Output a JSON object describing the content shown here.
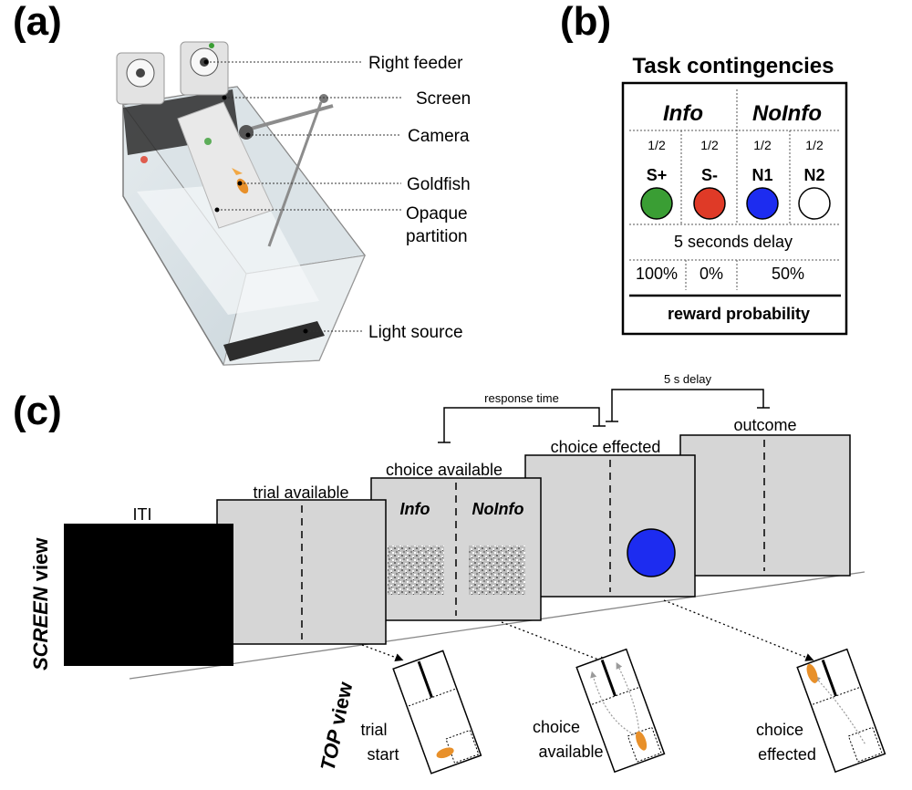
{
  "panel_a": {
    "label": "(a)",
    "callouts": {
      "right_feeder": "Right feeder",
      "screen": "Screen",
      "camera": "Camera",
      "goldfish": "Goldfish",
      "partition_line1": "Opaque",
      "partition_line2": "partition",
      "light_source": "Light source"
    }
  },
  "panel_b": {
    "label": "(b)",
    "title": "Task contingencies",
    "group_info": "Info",
    "group_noinfo": "NoInfo",
    "probabilities": [
      "1/2",
      "1/2",
      "1/2",
      "1/2"
    ],
    "stimuli": [
      {
        "name": "S+",
        "color": "#3a9e34"
      },
      {
        "name": "S-",
        "color": "#df3a27"
      },
      {
        "name": "N1",
        "color": "#1d2cf0"
      },
      {
        "name": "N2",
        "color": "#ffffff"
      }
    ],
    "delay_text": "5 seconds delay",
    "reward_splus": "100%",
    "reward_sminus": "0%",
    "reward_noinfo": "50%",
    "footer": "reward probability"
  },
  "panel_c": {
    "label": "(c)",
    "screen_view_bold": "SCREEN",
    "screen_view_rest": " view",
    "top_view_bold": "TOP",
    "top_view_rest": " view",
    "response_time": "response time",
    "delay_5s": "5 s delay",
    "stage_iti": "ITI",
    "stage_trial_available": "trial available",
    "stage_choice_available": "choice available",
    "stage_choice_effected": "choice effected",
    "stage_outcome": "outcome",
    "screen_info": "Info",
    "screen_noinfo": "NoInfo",
    "top_trial_start_line1": "trial",
    "top_trial_start_line2": "start",
    "top_choice_available_line1": "choice",
    "top_choice_available_line2": "available",
    "top_choice_effected_line1": "choice",
    "top_choice_effected_line2": "effected",
    "colors": {
      "screen_gray": "#d6d6d6",
      "blue_stimulus": "#1d2cf0",
      "iti_black": "#000000"
    }
  }
}
